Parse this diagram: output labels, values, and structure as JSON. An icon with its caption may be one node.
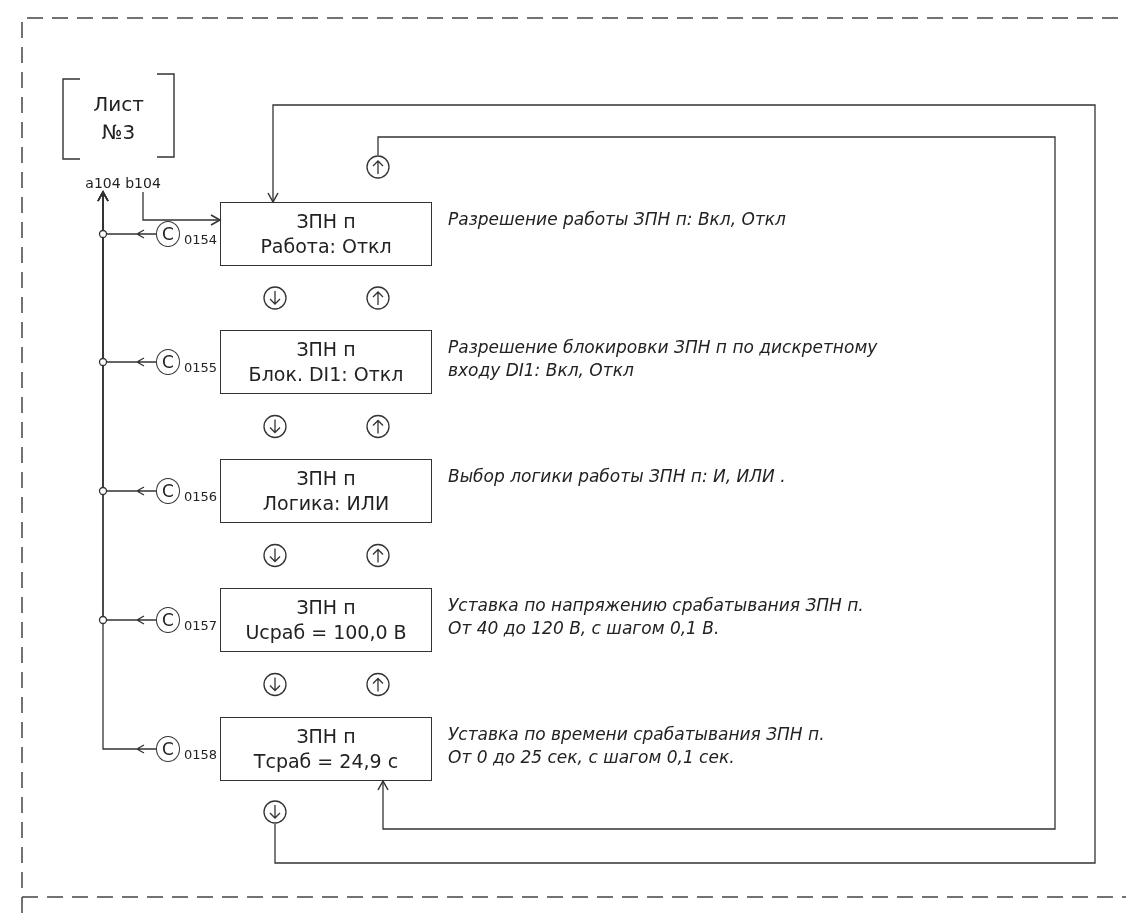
{
  "diagram": {
    "nodes": [
      {
        "text": [
          "Лист №3"
        ]
      },
      {
        "text": [
          "a104"
        ]
      },
      {
        "text": [
          "b104"
        ]
      },
      {
        "text": [],
        "shape": "circle"
      },
      {
        "text": [
          "C"
        ]
      },
      {
        "text": [
          "ЗПН п",
          "Работа: Откл"
        ],
        "beside": [
          "0154",
          "Разрешение работы ЗПН п: Вкл, Откл"
        ]
      },
      {
        "text": [
          "C"
        ]
      },
      {
        "text": [
          "ЗПН п",
          "Блок. DI1: Откл"
        ],
        "beside": [
          "0155",
          "Разрешение блокировки ЗПН п по дискретному входу DI1: Вкл, Откл"
        ]
      },
      {
        "text": [
          "C"
        ]
      },
      {
        "text": [
          "ЗПН п",
          "Логика: ИЛИ"
        ],
        "beside": [
          "0156",
          "Выбор логики работы ЗПН п: И, ИЛИ ."
        ]
      },
      {
        "text": [
          "C"
        ]
      },
      {
        "text": [
          "ЗПН п",
          "Uсраб = 100,0 В"
        ],
        "beside": [
          "0157",
          "Уставка по напряжению срабатывания ЗПН п. От 40 до 120 В, с шагом 0,1 В."
        ]
      },
      {
        "text": [
          "C"
        ]
      },
      {
        "text": [
          "ЗПН п",
          "Тсраб = 24,9 с"
        ],
        "beside": [
          "0158",
          "Уставка по времени срабатывания ЗПН п. От 0 до 25 сек, с шагом 0,1 сек."
        ]
      },
      {
        "text": [],
        "shape": "circle"
      }
    ],
    "edges": [
      {
        "from": 2,
        "to": 5,
        "arrow": "to"
      },
      {
        "from": 4,
        "to": 1,
        "arrow": "to"
      },
      {
        "from": 6,
        "to": 1,
        "arrow": "to"
      },
      {
        "from": 8,
        "to": 1,
        "arrow": "to"
      },
      {
        "from": 10,
        "to": 1,
        "arrow": "to"
      },
      {
        "from": 12,
        "to": 1,
        "arrow": "to"
      },
      {
        "from": 14,
        "to": 5,
        "arrow": "to"
      },
      {
        "from": 3,
        "to": 13,
        "arrow": "to"
      }
    ]
  }
}
